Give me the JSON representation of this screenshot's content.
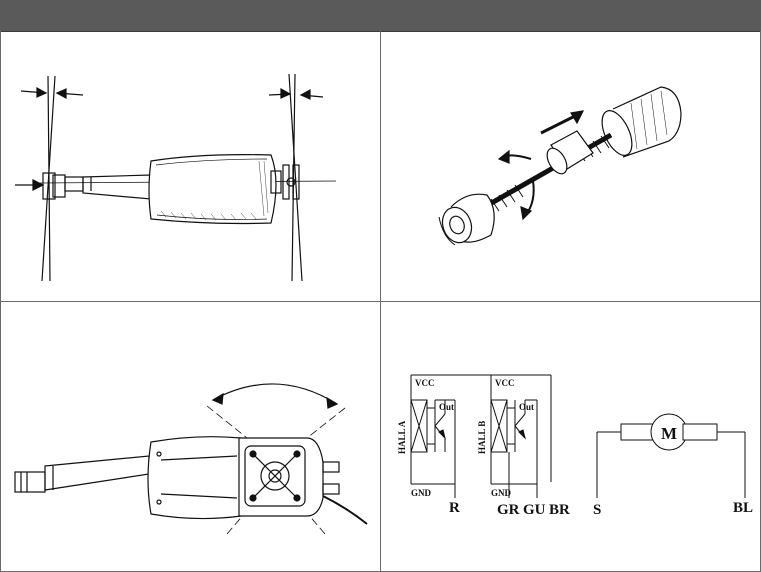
{
  "header": {
    "color": "#5a5a5a"
  },
  "panels": [
    {
      "id": "mounting-tolerance",
      "figure": "actuator-mounting-angle"
    },
    {
      "id": "spindle-mechanism",
      "figure": "spindle-nut-rotation"
    },
    {
      "id": "motor-orientation",
      "figure": "actuator-top-view-rotation"
    },
    {
      "id": "wiring",
      "figure": "hall-sensor-circuit"
    }
  ],
  "wiring": {
    "hall_a": {
      "name": "HALL A",
      "vcc": "VCC",
      "out": "Out",
      "gnd": "GND"
    },
    "hall_b": {
      "name": "HALL B",
      "vcc": "VCC",
      "out": "Out",
      "gnd": "GND"
    },
    "motor_label": "M",
    "wires": {
      "r": "R",
      "gr": "GR",
      "gu": "GU",
      "br": "BR",
      "s": "S",
      "bl": "BL"
    }
  }
}
